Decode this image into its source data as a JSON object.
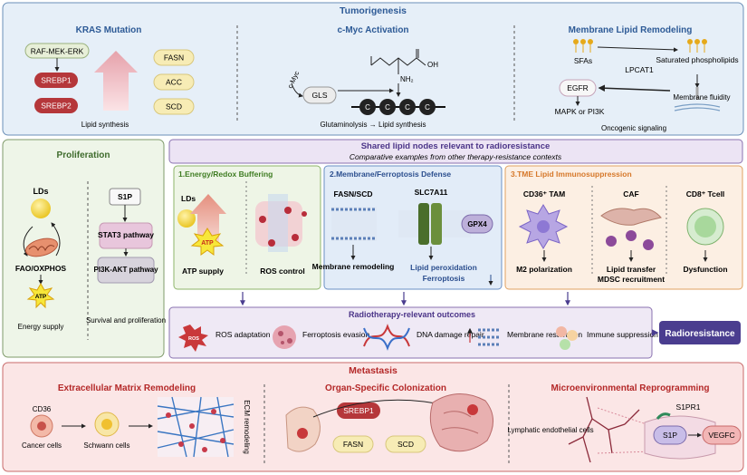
{
  "colors": {
    "tumor_bg": "#e6eff8",
    "tumor_border": "#6b8fb8",
    "tumor_title": "#2d5a96",
    "prolif_bg": "#eef5e8",
    "prolif_border": "#7f9a6a",
    "prolif_title": "#3e6b2c",
    "shared_bg": "#ece4f4",
    "shared_border": "#8a72b0",
    "shared_title": "#4b3488",
    "energy_bg": "#eef5e6",
    "energy_border": "#8db56a",
    "energy_title": "#3f7d22",
    "ferro_bg": "#e2ecf8",
    "ferro_border": "#6a8fc4",
    "ferro_title": "#2b4e8e",
    "tme_bg": "#fcefe3",
    "tme_border": "#e0a060",
    "tme_title": "#d6782a",
    "outcome_bg": "#efe9f5",
    "outcome_border": "#8a72b0",
    "meta_bg": "#fbe6e6",
    "meta_border": "#c86a6a",
    "meta_title": "#b42828",
    "red_node": "#b5373a",
    "purple_node": "#4a3d8f",
    "yellow_node": "#f7ecb5",
    "green_node": "#d5e8c3",
    "pink_node": "#e8c6dc",
    "violet_node": "#bdb0da"
  },
  "tumorigenesis": {
    "title": "Tumorigenesis",
    "kras": {
      "title": "KRAS Mutation",
      "pathway": "RAF-MEK-ERK",
      "srebp1": "SREBP1",
      "srebp2": "SREBP2",
      "fasn": "FASN",
      "acc": "ACC",
      "scd": "SCD",
      "footer": "Lipid synthesis"
    },
    "cmyc": {
      "title": "c-Myc Activation",
      "gls": "GLS",
      "myc_label": "c-Myc",
      "oh": "OH",
      "nh2": "NH₂",
      "chain": [
        "C",
        "C",
        "C",
        "C"
      ],
      "footer": "Glutaminolysis → Lipid synthesis"
    },
    "membrane": {
      "title": "Membrane Lipid Remodeling",
      "sfas": "SFAs",
      "lpcat1": "LPCAT1",
      "sat_phospho": "Saturated phospholipids",
      "egfr": "EGFR",
      "mapk": "MAPK or PI3K",
      "fluidity": "Membrane fluidity",
      "footer": "Oncogenic signaling"
    }
  },
  "proliferation": {
    "title": "Proliferation",
    "lds": "LDs",
    "fao": "FAO/OXPHOS",
    "atp": "ATP",
    "energy": "Energy supply",
    "s1p": "S1P",
    "stat3": "STAT3 pathway",
    "pi3k": "PI3K-AKT pathway",
    "survival": "Survival and proliferation"
  },
  "shared": {
    "title": "Shared lipid nodes relevant to radioresistance",
    "subtitle": "Comparative examples from other therapy-resistance contexts",
    "energy": {
      "title": "1.Energy/Redox Buffering",
      "lds": "LDs",
      "atp": "ATP",
      "atp_supply": "ATP supply",
      "ros_control": "ROS control"
    },
    "ferro": {
      "title": "2.Membrane/Ferroptosis Defense",
      "fasn_scd": "FASN/SCD",
      "slc": "SLC7A11",
      "gpx4": "GPX4",
      "membrane_remodeling": "Membrane remodeling",
      "lipid_perox": "Lipid peroxidation",
      "ferroptosis": "Ferroptosis"
    },
    "tme": {
      "title": "3.TME Lipid Immunosuppression",
      "tam": "CD36⁺ TAM",
      "caf": "CAF",
      "tcell": "CD8⁺ Tcell",
      "m2": "M2 polarization",
      "lipid_transfer": "Lipid transfer",
      "mdsc": "MDSC recruitment",
      "dysfunction": "Dysfunction"
    }
  },
  "outcomes": {
    "title": "Radiotherapy-relevant outcomes",
    "ros_badge": "ROS",
    "ros": "ROS adaptation",
    "ferro": "Ferroptosis evasion",
    "dna": "DNA damage repair",
    "membrane": "Membrane restoration",
    "immune": "Immune suppression",
    "result": "Radioresistance"
  },
  "metastasis": {
    "title": "Metastasis",
    "ecm": {
      "title": "Extracellular Matrix Remodeling",
      "cd36": "CD36",
      "cancer": "Cancer cells",
      "schwann": "Schwann cells",
      "ecm_label": "ECM remodeling"
    },
    "organ": {
      "title": "Organ-Specific Colonization",
      "srebp1": "SREBP1",
      "fasn": "FASN",
      "scd": "SCD"
    },
    "micro": {
      "title": "Microenvironmental Reprogramming",
      "lymph": "Lymphatic endothelial cells",
      "s1pr1": "S1PR1",
      "s1p": "S1P",
      "vegfc": "VEGFC"
    }
  }
}
